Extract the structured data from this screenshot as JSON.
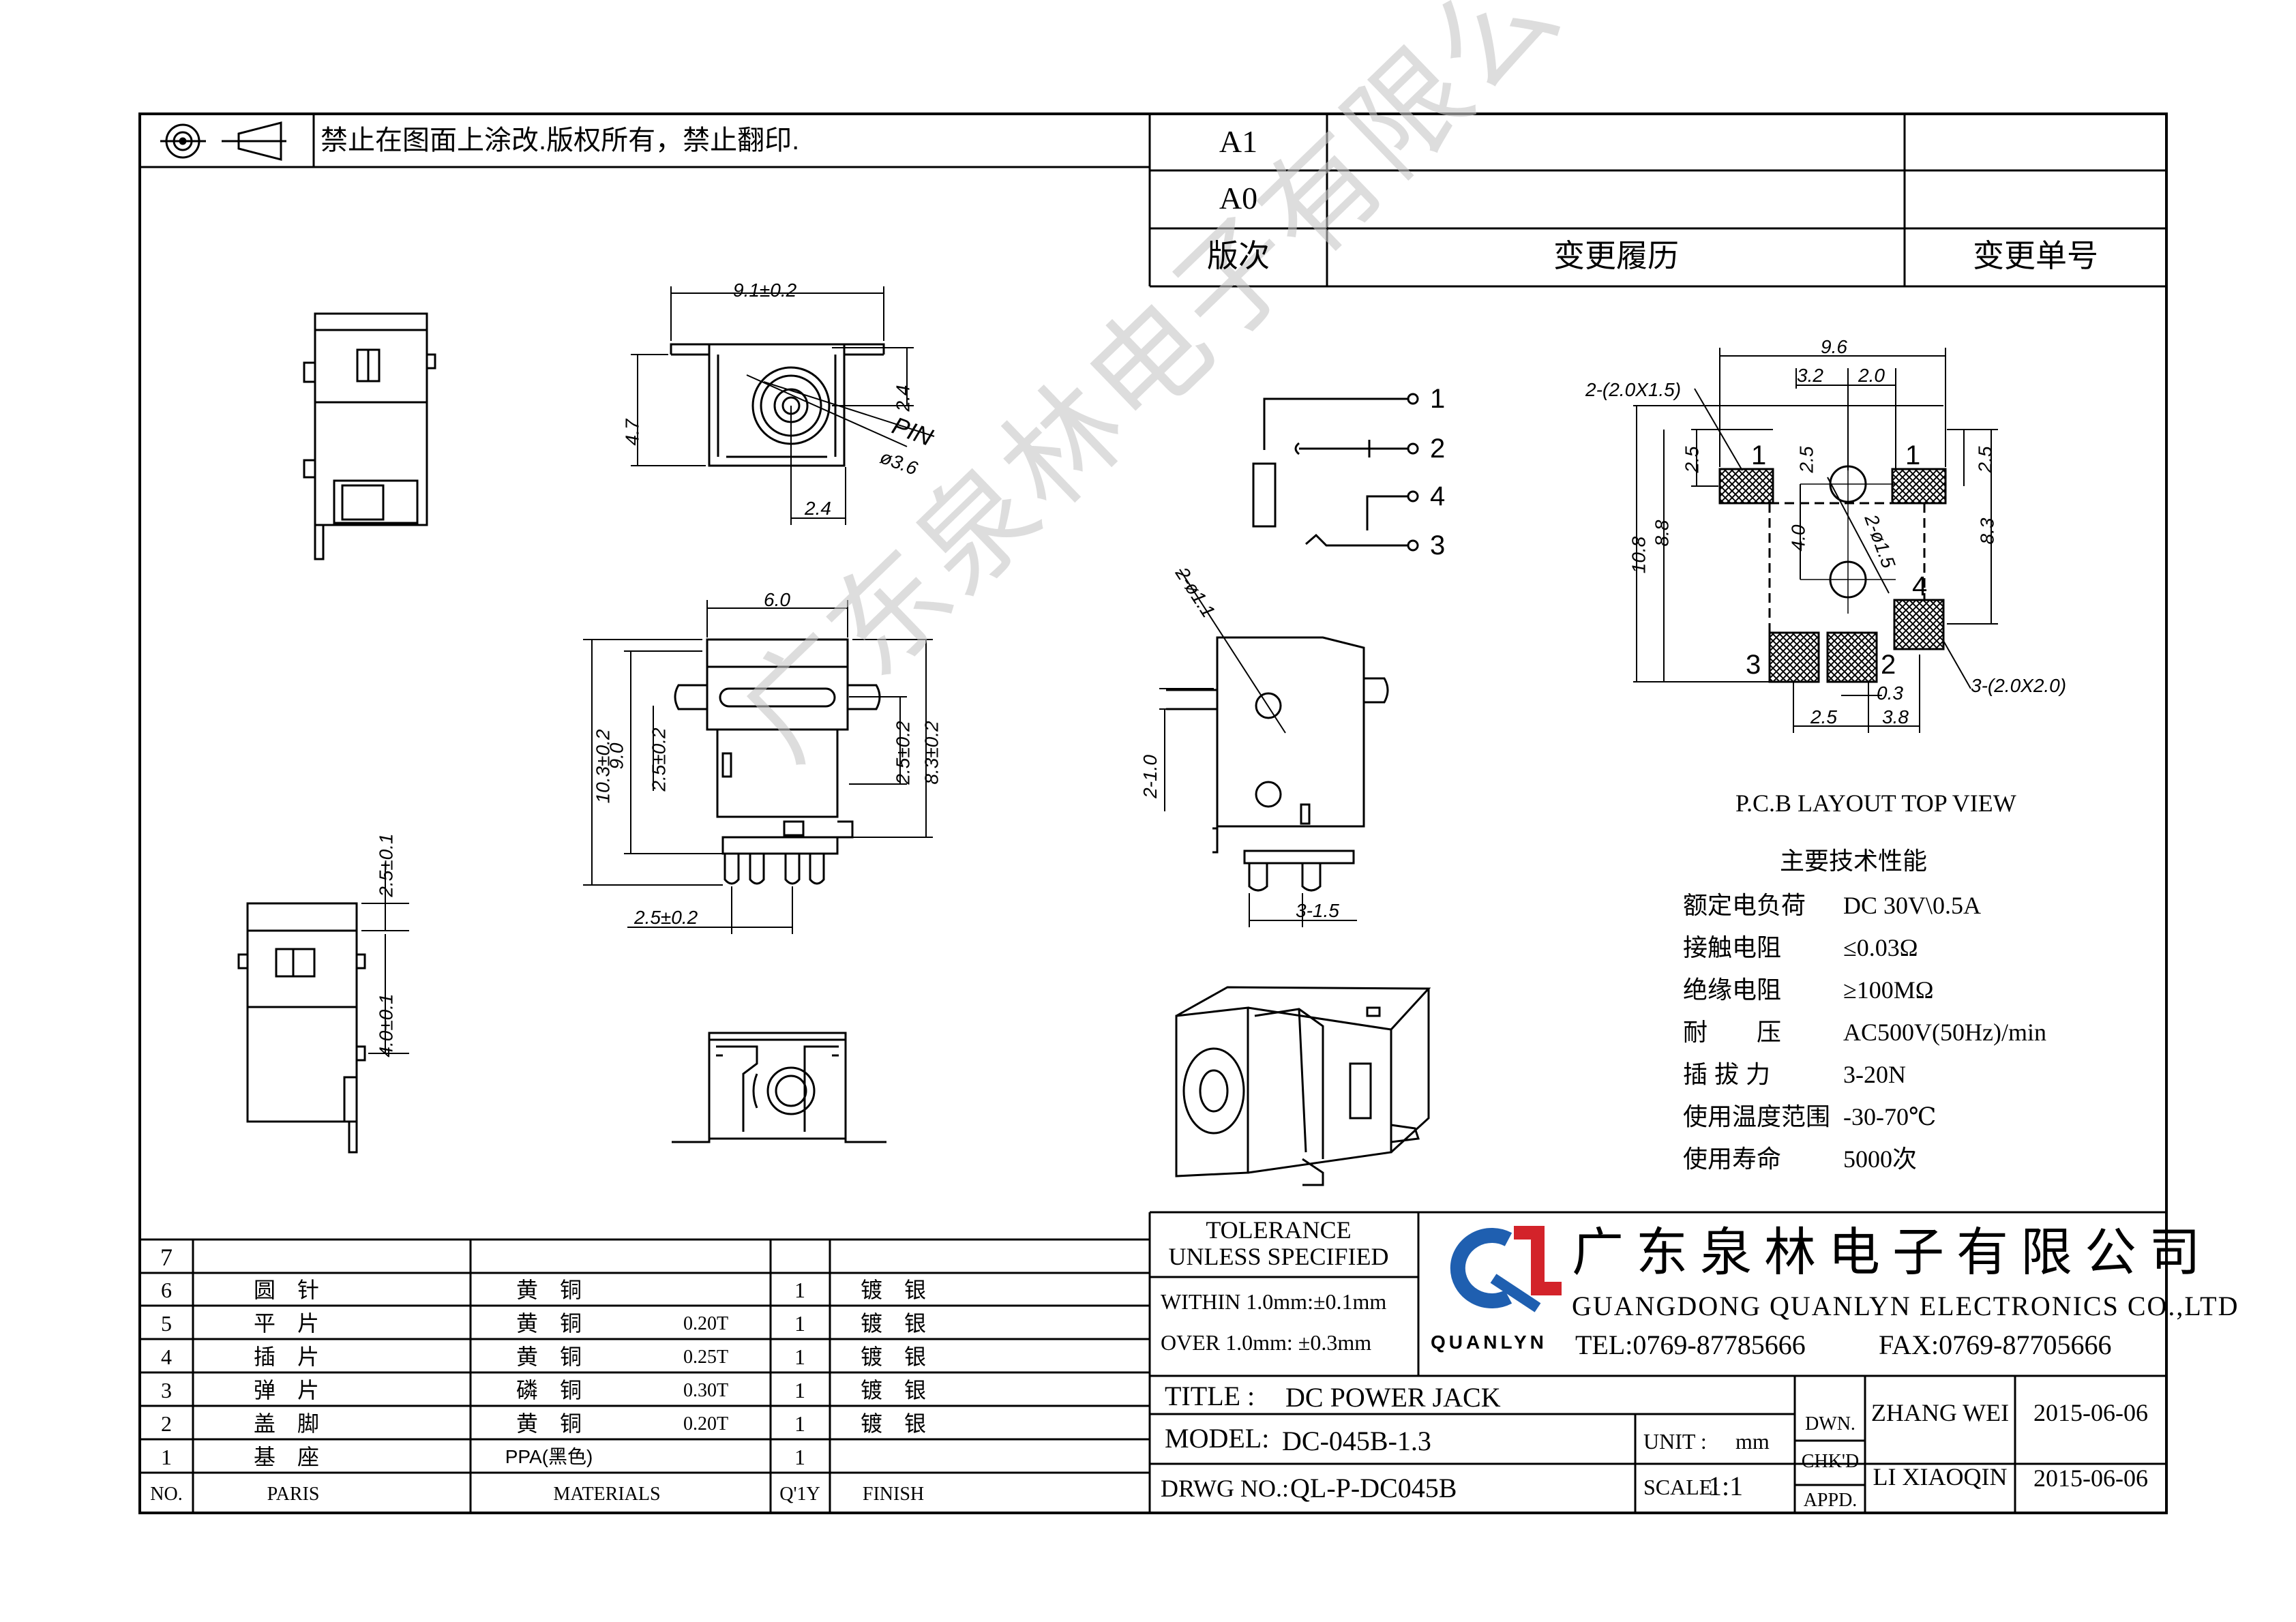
{
  "notice": "禁止在图面上涂改.版权所有，禁止翻印.",
  "revision": {
    "rows": [
      "A1",
      "A0"
    ],
    "headers": {
      "rev": "版次",
      "history": "变更履历",
      "number": "变更单号"
    }
  },
  "dims_top": {
    "w": "9.1±0.2",
    "h": "4.7",
    "a": "2.4",
    "b": "2.4",
    "pin": "PIN",
    "dia": "ø3.6"
  },
  "dims_mid": {
    "w": "6.0",
    "h1": "10.3±0.2",
    "h2": "9.0",
    "h3": "2.5±0.2",
    "r1": "2.5±0.2",
    "r2": "8.3±0.2",
    "bottom": "2.5±0.2"
  },
  "dims_left": {
    "a": "2.5±0.1",
    "b": "4.0±0.1"
  },
  "dims_side": {
    "hole": "2-ø1.1",
    "h": "2-1.0",
    "w": "3-1.5"
  },
  "pins": [
    "1",
    "2",
    "4",
    "3"
  ],
  "pcb": {
    "w": "9.6",
    "a": "3.2",
    "b": "2.0",
    "pad1": "2-(2.0X1.5)",
    "pad3": "3-(2.0X2.0)",
    "h1": "2.5",
    "h2": "2.5",
    "h3": "8.8",
    "h4": "10.8",
    "h5": "4.0",
    "h6": "8.3",
    "h7": "2.5",
    "hole": "2-ø1.5",
    "g": "0.3",
    "c1": "2.5",
    "c2": "3.8",
    "labels": [
      "1",
      "1",
      "4",
      "3",
      "2"
    ],
    "caption": "P.C.B LAYOUT   TOP VIEW"
  },
  "specs": {
    "title": "主要技术性能",
    "rows": [
      {
        "k": "额定电负荷",
        "v": "DC 30V\\0.5A"
      },
      {
        "k": "接触电阻",
        "v": "≤0.03Ω"
      },
      {
        "k": "绝缘电阻",
        "v": "≥100MΩ"
      },
      {
        "k": "耐　　压",
        "v": "AC500V(50Hz)/min"
      },
      {
        "k": "插 拔 力",
        "v": "3-20N"
      },
      {
        "k": "使用温度范围",
        "v": "-30-70℃"
      },
      {
        "k": "使用寿命",
        "v": "5000次"
      }
    ]
  },
  "watermark": "广东泉林电子有限公司",
  "bom": {
    "headers": {
      "no": "NO.",
      "part": "PARIS",
      "mat": "MATERIALS",
      "qty": "Q'1Y",
      "finish": "FINISH"
    },
    "rows": [
      {
        "no": "7",
        "part": "",
        "mat": "",
        "thk": "",
        "qty": "",
        "finish": ""
      },
      {
        "no": "6",
        "part": "圆　针",
        "mat": "黄　铜",
        "thk": "",
        "qty": "1",
        "finish": "镀　银"
      },
      {
        "no": "5",
        "part": "平　片",
        "mat": "黄　铜",
        "thk": "0.20T",
        "qty": "1",
        "finish": "镀　银"
      },
      {
        "no": "4",
        "part": "插　片",
        "mat": "黄　铜",
        "thk": "0.25T",
        "qty": "1",
        "finish": "镀　银"
      },
      {
        "no": "3",
        "part": "弹　片",
        "mat": "磷　铜",
        "thk": "0.30T",
        "qty": "1",
        "finish": "镀　银"
      },
      {
        "no": "2",
        "part": "盖　脚",
        "mat": "黄　铜",
        "thk": "0.20T",
        "qty": "1",
        "finish": "镀　银"
      },
      {
        "no": "1",
        "part": "基　座",
        "mat": "PPA(黑色)",
        "thk": "",
        "qty": "1",
        "finish": ""
      }
    ]
  },
  "title_block": {
    "tol1": "TOLERANCE",
    "tol2": "UNLESS SPECIFIED",
    "within": "WITHIN 1.0mm:±0.1mm",
    "over": "OVER 1.0mm:  ±0.3mm",
    "company_cn": "广东泉林电子有限公司",
    "company_en": "GUANGDONG QUANLYN ELECTRONICS CO.,LTD",
    "logo_text": "QUANLYN",
    "tel": "TEL:0769-87785666",
    "fax": "FAX:0769-87705666",
    "title_label": "TITLE :",
    "title": "DC POWER JACK",
    "model_label": "MODEL:",
    "model": "DC-045B-1.3",
    "drwg_label": "DRWG NO.:",
    "drwg": "QL-P-DC045B",
    "unit_label": "UNIT :",
    "unit": "mm",
    "scale_label": "SCALE:",
    "scale": "1:1",
    "dwn": "DWN.",
    "chkd": "CHK'D",
    "appd": "APPD.",
    "dwn_name": "ZHANG WEI",
    "dwn_date": "2015-06-06",
    "chk_name": "LI XIAOQIN",
    "chk_date": "2015-06-06"
  },
  "colors": {
    "logo_blue": "#1f5fb0",
    "logo_red": "#d3232a",
    "watermark": "#c8c8c8"
  }
}
